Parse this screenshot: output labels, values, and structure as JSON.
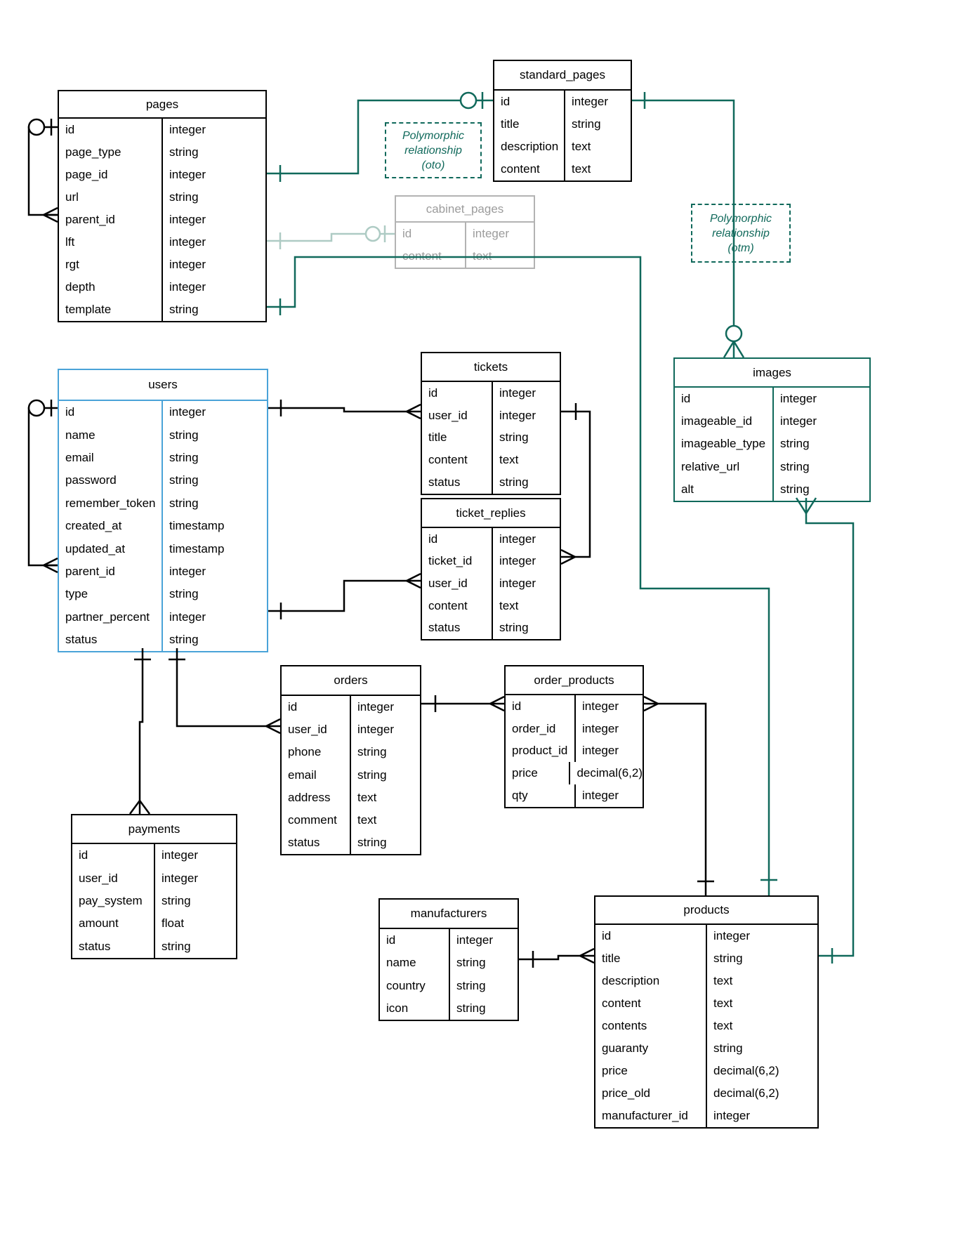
{
  "diagram": {
    "colors": {
      "relation_teal": "#10695b",
      "relation_faded": "#aecbc4",
      "relation_black": "#000000",
      "users_border_blue": "#4aa3d8",
      "images_border_teal": "#10695b",
      "cabinet_gray": "#b3b3b3"
    },
    "tables": [
      {
        "id": "pages",
        "title": "pages",
        "border": "black",
        "fields": [
          [
            "id",
            "integer"
          ],
          [
            "page_type",
            "string"
          ],
          [
            "page_id",
            "integer"
          ],
          [
            "url",
            "string"
          ],
          [
            "parent_id",
            "integer"
          ],
          [
            "lft",
            "integer"
          ],
          [
            "rgt",
            "integer"
          ],
          [
            "depth",
            "integer"
          ],
          [
            "template",
            "string"
          ]
        ]
      },
      {
        "id": "standard_pages",
        "title": "standard_pages",
        "border": "black",
        "fields": [
          [
            "id",
            "integer"
          ],
          [
            "title",
            "string"
          ],
          [
            "description",
            "text"
          ],
          [
            "content",
            "text"
          ]
        ]
      },
      {
        "id": "cabinet_pages",
        "title": "cabinet_pages",
        "border": "gray",
        "fields": [
          [
            "id",
            "integer"
          ],
          [
            "content",
            "text"
          ]
        ]
      },
      {
        "id": "users",
        "title": "users",
        "border": "blue",
        "fields": [
          [
            "id",
            "integer"
          ],
          [
            "name",
            "string"
          ],
          [
            "email",
            "string"
          ],
          [
            "password",
            "string"
          ],
          [
            "remember_token",
            "string"
          ],
          [
            "created_at",
            "timestamp"
          ],
          [
            "updated_at",
            "timestamp"
          ],
          [
            "parent_id",
            "integer"
          ],
          [
            "type",
            "string"
          ],
          [
            "partner_percent",
            "integer"
          ],
          [
            "status",
            "string"
          ]
        ]
      },
      {
        "id": "tickets",
        "title": "tickets",
        "border": "black",
        "fields": [
          [
            "id",
            "integer"
          ],
          [
            "user_id",
            "integer"
          ],
          [
            "title",
            "string"
          ],
          [
            "content",
            "text"
          ],
          [
            "status",
            "string"
          ]
        ]
      },
      {
        "id": "ticket_replies",
        "title": "ticket_replies",
        "border": "black",
        "fields": [
          [
            "id",
            "integer"
          ],
          [
            "ticket_id",
            "integer"
          ],
          [
            "user_id",
            "integer"
          ],
          [
            "content",
            "text"
          ],
          [
            "status",
            "string"
          ]
        ]
      },
      {
        "id": "orders",
        "title": "orders",
        "border": "black",
        "fields": [
          [
            "id",
            "integer"
          ],
          [
            "user_id",
            "integer"
          ],
          [
            "phone",
            "string"
          ],
          [
            "email",
            "string"
          ],
          [
            "address",
            "text"
          ],
          [
            "comment",
            "text"
          ],
          [
            "status",
            "string"
          ]
        ]
      },
      {
        "id": "order_products",
        "title": "order_products",
        "border": "black",
        "fields": [
          [
            "id",
            "integer"
          ],
          [
            "order_id",
            "integer"
          ],
          [
            "product_id",
            "integer"
          ],
          [
            "price",
            "decimal(6,2)"
          ],
          [
            "qty",
            "integer"
          ]
        ]
      },
      {
        "id": "payments",
        "title": "payments",
        "border": "black",
        "fields": [
          [
            "id",
            "integer"
          ],
          [
            "user_id",
            "integer"
          ],
          [
            "pay_system",
            "string"
          ],
          [
            "amount",
            "float"
          ],
          [
            "status",
            "string"
          ]
        ]
      },
      {
        "id": "manufacturers",
        "title": "manufacturers",
        "border": "black",
        "fields": [
          [
            "id",
            "integer"
          ],
          [
            "name",
            "string"
          ],
          [
            "country",
            "string"
          ],
          [
            "icon",
            "string"
          ]
        ]
      },
      {
        "id": "products",
        "title": "products",
        "border": "black",
        "fields": [
          [
            "id",
            "integer"
          ],
          [
            "title",
            "string"
          ],
          [
            "description",
            "text"
          ],
          [
            "content",
            "text"
          ],
          [
            "contents",
            "text"
          ],
          [
            "guaranty",
            "string"
          ],
          [
            "price",
            "decimal(6,2)"
          ],
          [
            "price_old",
            "decimal(6,2)"
          ],
          [
            "manufacturer_id",
            "integer"
          ]
        ]
      },
      {
        "id": "images",
        "title": "images",
        "border": "teal",
        "fields": [
          [
            "id",
            "integer"
          ],
          [
            "imageable_id",
            "integer"
          ],
          [
            "imageable_type",
            "string"
          ],
          [
            "relative_url",
            "string"
          ],
          [
            "alt",
            "string"
          ]
        ]
      }
    ],
    "annotations": [
      {
        "id": "oto",
        "lines": [
          "Polymorphic",
          "relationship",
          "(oto)"
        ]
      },
      {
        "id": "otm",
        "lines": [
          "Polymorphic",
          "relationship",
          "(otm)"
        ]
      }
    ],
    "relations": [
      {
        "from": "pages.id",
        "to": "pages.parent_id",
        "from_end": "zero-or-one",
        "to_end": "many",
        "color": "black"
      },
      {
        "from": "pages.page_id",
        "to": "standard_pages.id",
        "from_end": "one",
        "to_end": "zero-or-one",
        "color": "teal"
      },
      {
        "from": "pages.page_id",
        "to": "cabinet_pages.id",
        "from_end": "one",
        "to_end": "zero-or-one",
        "color": "faded"
      },
      {
        "from": "pages.template",
        "to": "products",
        "from_end": "one",
        "to_end": "one",
        "color": "teal"
      },
      {
        "from": "standard_pages.id",
        "to": "images",
        "from_end": "one",
        "to_end": "zero-or-many",
        "color": "teal"
      },
      {
        "from": "users.id",
        "to": "users.parent_id",
        "from_end": "zero-or-one",
        "to_end": "many",
        "color": "black"
      },
      {
        "from": "users.id",
        "to": "tickets.user_id",
        "from_end": "one",
        "to_end": "many",
        "color": "black"
      },
      {
        "from": "users.partner_percent",
        "to": "ticket_replies.user_id",
        "from_end": "one",
        "to_end": "many",
        "color": "black"
      },
      {
        "from": "tickets.id",
        "to": "ticket_replies.ticket_id",
        "from_end": "one",
        "to_end": "many",
        "color": "black"
      },
      {
        "from": "users",
        "to": "payments.user_id",
        "from_end": "one",
        "to_end": "many",
        "color": "black"
      },
      {
        "from": "users",
        "to": "orders.user_id",
        "from_end": "one",
        "to_end": "many",
        "color": "black"
      },
      {
        "from": "orders.id",
        "to": "order_products.order_id",
        "from_end": "one",
        "to_end": "many",
        "color": "black"
      },
      {
        "from": "products.id",
        "to": "order_products.product_id",
        "from_end": "one",
        "to_end": "many",
        "color": "black"
      },
      {
        "from": "manufacturers.id",
        "to": "products.manufacturer_id",
        "from_end": "one",
        "to_end": "many",
        "color": "black"
      },
      {
        "from": "images",
        "to": "products",
        "from_end": "many",
        "to_end": "one",
        "color": "teal"
      }
    ]
  }
}
